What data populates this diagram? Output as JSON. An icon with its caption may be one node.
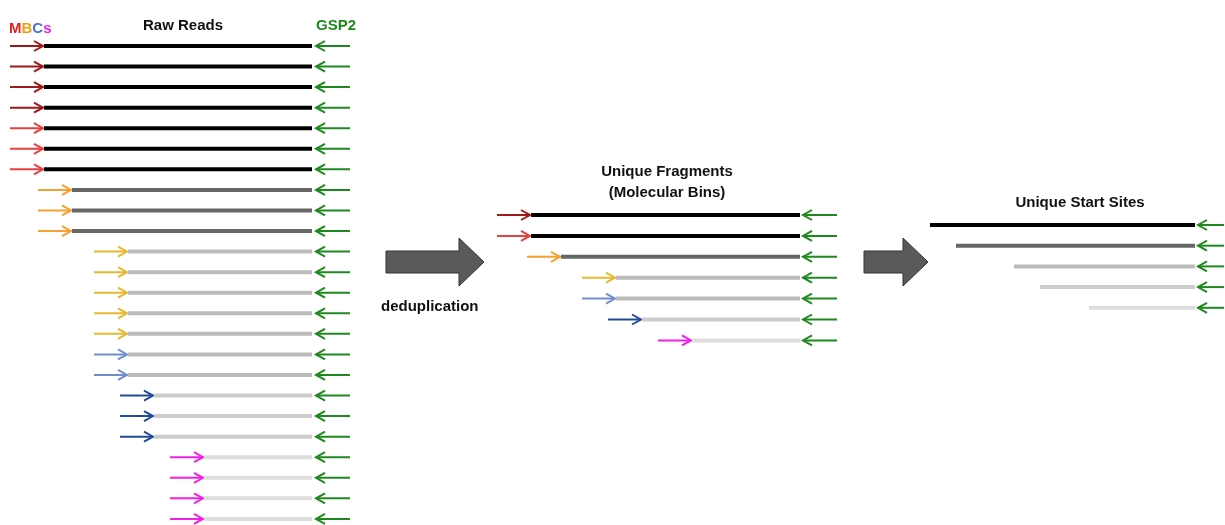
{
  "diagram": {
    "nodes": [
      {
        "text": [
          "MBCs",
          "Raw Reads",
          "GSP2"
        ]
      },
      {
        "text": [
          "Unique Fragments (Molecular Bins)"
        ]
      },
      {
        "text": [
          "Unique Start Sites"
        ]
      }
    ],
    "edges": [
      {
        "from": 0,
        "to": 1,
        "arrow": "to",
        "label": "deduplication"
      },
      {
        "from": 1,
        "to": 2,
        "arrow": "to"
      }
    ]
  }
}
